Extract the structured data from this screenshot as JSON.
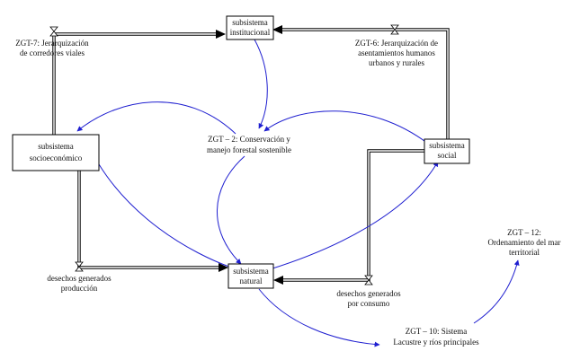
{
  "colors": {
    "link": "#1f1fd0",
    "stroke": "#000000",
    "text": "#111111",
    "background": "#ffffff"
  },
  "nodes": {
    "institucional": [
      "subsistema",
      "institucional"
    ],
    "socioeconomico": [
      "subsistema",
      "socioeconómico"
    ],
    "social": [
      "subsistema",
      "social"
    ],
    "natural": [
      "subsistema",
      "natural"
    ]
  },
  "labels": {
    "zgt7": [
      "ZGT-7: Jerarquización",
      "de corredores viales"
    ],
    "zgt6": [
      "ZGT-6: Jerarquización de",
      "asentamientos humanos",
      "urbanos y rurales"
    ],
    "zgt2": [
      "ZGT – 2: Conservación y",
      "manejo forestal sostenible"
    ],
    "desechos_produccion": [
      "desechos generados",
      "producción"
    ],
    "desechos_consumo": [
      "desechos generados",
      "por consumo"
    ],
    "zgt12": [
      "ZGT – 12:",
      "Ordenamiento del mar",
      "territorial"
    ],
    "zgt10": [
      "ZGT – 10: Sistema",
      "Lacustre y ríos principales"
    ]
  }
}
